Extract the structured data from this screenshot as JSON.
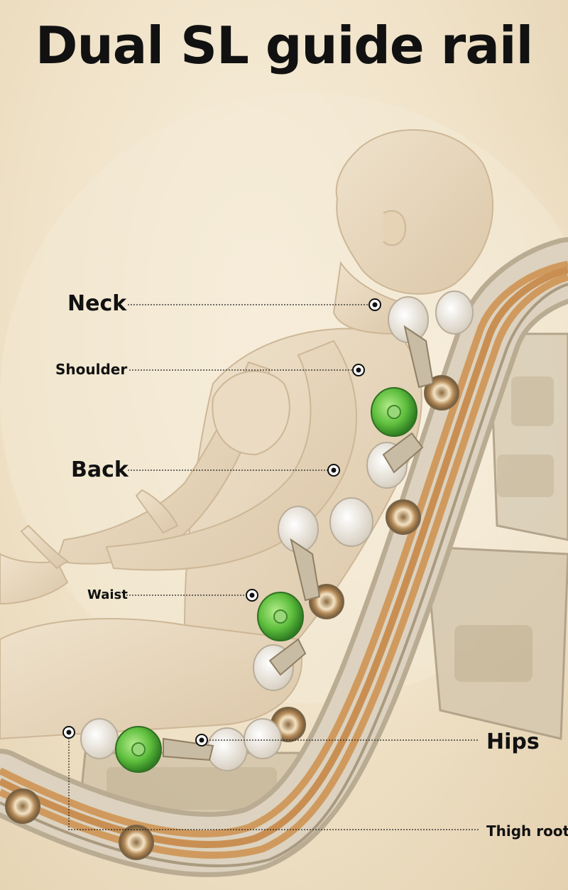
{
  "title": "Dual SL guide rail",
  "labels": {
    "neck": "Neck",
    "shoulder": "Shoulder",
    "back": "Back",
    "waist": "Waist",
    "hips": "Hips",
    "thigh_root": "Thigh root"
  },
  "colors": {
    "background": "#efe1c6",
    "body": "#e8d7bd",
    "rail_frame": "#b9ac92",
    "rail_gold": "#d09a5e",
    "roller_green": "#62b84a",
    "roller_white": "#f4efe6",
    "text": "#111111"
  }
}
